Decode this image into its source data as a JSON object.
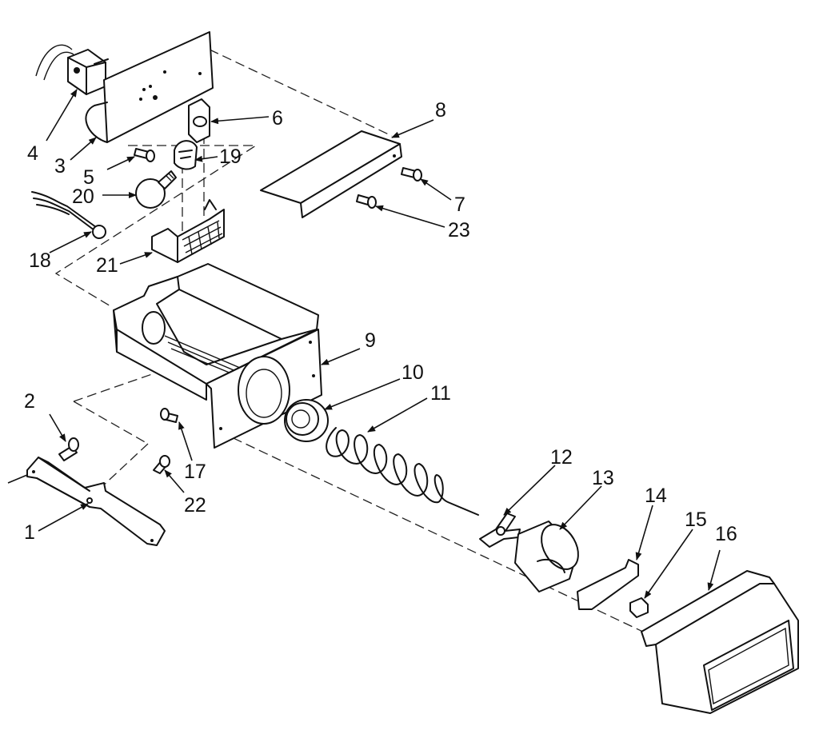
{
  "callouts": [
    {
      "id": "1",
      "label": "1"
    },
    {
      "id": "2",
      "label": "2"
    },
    {
      "id": "3",
      "label": "3"
    },
    {
      "id": "4",
      "label": "4"
    },
    {
      "id": "5",
      "label": "5"
    },
    {
      "id": "6",
      "label": "6"
    },
    {
      "id": "7",
      "label": "7"
    },
    {
      "id": "8",
      "label": "8"
    },
    {
      "id": "9",
      "label": "9"
    },
    {
      "id": "10",
      "label": "10"
    },
    {
      "id": "11",
      "label": "11"
    },
    {
      "id": "12",
      "label": "12"
    },
    {
      "id": "13",
      "label": "13"
    },
    {
      "id": "14",
      "label": "14"
    },
    {
      "id": "15",
      "label": "15"
    },
    {
      "id": "16",
      "label": "16"
    },
    {
      "id": "17",
      "label": "17"
    },
    {
      "id": "18",
      "label": "18"
    },
    {
      "id": "19",
      "label": "19"
    },
    {
      "id": "20",
      "label": "20"
    },
    {
      "id": "21",
      "label": "21"
    },
    {
      "id": "22",
      "label": "22"
    },
    {
      "id": "23",
      "label": "23"
    }
  ],
  "parts": [
    {
      "callout": "1",
      "icon": "bracket"
    },
    {
      "callout": "2",
      "icon": "screw"
    },
    {
      "callout": "3",
      "icon": "motor-mounting-plate"
    },
    {
      "callout": "4",
      "icon": "motor"
    },
    {
      "callout": "5",
      "icon": "screw"
    },
    {
      "callout": "6",
      "icon": "clip"
    },
    {
      "callout": "7",
      "icon": "screw"
    },
    {
      "callout": "8",
      "icon": "cover-plate"
    },
    {
      "callout": "9",
      "icon": "ice-bucket"
    },
    {
      "callout": "10",
      "icon": "bearing"
    },
    {
      "callout": "11",
      "icon": "auger-spring"
    },
    {
      "callout": "12",
      "icon": "blade"
    },
    {
      "callout": "13",
      "icon": "ice-crusher-housing"
    },
    {
      "callout": "14",
      "icon": "bracket"
    },
    {
      "callout": "15",
      "icon": "nut"
    },
    {
      "callout": "16",
      "icon": "front-cover"
    },
    {
      "callout": "17",
      "icon": "screw"
    },
    {
      "callout": "18",
      "icon": "wire-harness"
    },
    {
      "callout": "19",
      "icon": "lamp-socket"
    },
    {
      "callout": "20",
      "icon": "light-bulb"
    },
    {
      "callout": "21",
      "icon": "lamp-shield"
    },
    {
      "callout": "22",
      "icon": "screw"
    },
    {
      "callout": "23",
      "icon": "screw"
    }
  ]
}
